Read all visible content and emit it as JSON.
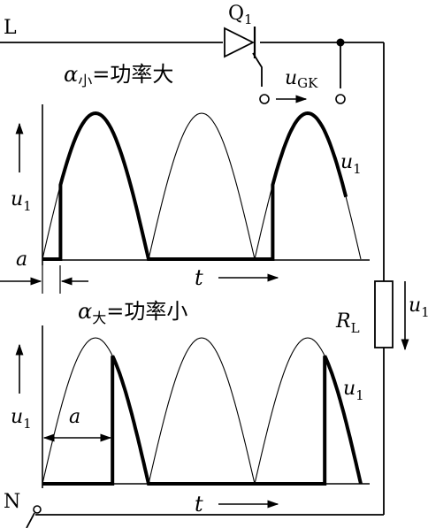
{
  "terminals": {
    "line": "L",
    "neutral": "N"
  },
  "thyristor": {
    "name": "Q",
    "sub": "1",
    "gate_voltage": "u",
    "gate_voltage_sub": "GK"
  },
  "load": {
    "name": "R",
    "sub": "L",
    "voltage": "u",
    "voltage_sub": "1"
  },
  "top_panel": {
    "alpha": "α",
    "alpha_sub": "小",
    "relation": "=功率大",
    "y_label": "u",
    "y_label_sub": "1",
    "curve_label": "u",
    "curve_label_sub": "1",
    "angle_label": "a",
    "time_label": "t"
  },
  "bottom_panel": {
    "alpha": "α",
    "alpha_sub": "大",
    "relation": "=功率小",
    "y_label": "u",
    "y_label_sub": "1",
    "curve_label": "u",
    "curve_label_sub": "1",
    "angle_label": "a",
    "time_label": "t"
  },
  "colors": {
    "ink": "#000000",
    "background": "#ffffff"
  }
}
